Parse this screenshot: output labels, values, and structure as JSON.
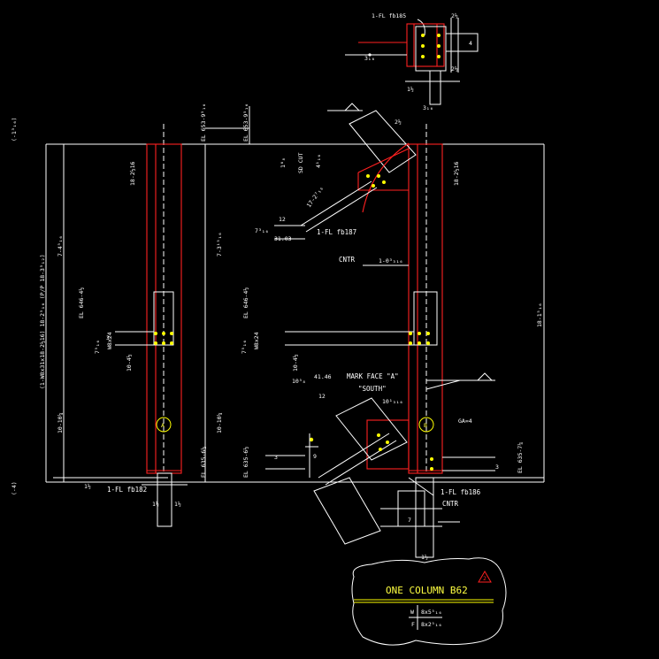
{
  "colors": {
    "background": "#000000",
    "linework": "#ffffff",
    "member_outline": "#ff2020",
    "bolts": "#ffff00"
  },
  "top_detail": {
    "callout": "1-FL fb185",
    "dims": [
      "2½",
      "2½",
      "4",
      "3₁₆",
      "1½",
      "3₁₆"
    ]
  },
  "elevations": {
    "el_top_left": "EL 653-9⁵₁₆",
    "el_top_mid": "EL 653-9⁵₁₆",
    "el_beam_left": "EL 646-4½",
    "el_beam_mid": "EL 646-4½",
    "el_bottom_left": "EL 635-6½",
    "el_bottom_mid": "EL 635-6½",
    "el_bottom_right": "EL 635-7¼"
  },
  "dimensions": {
    "col_a_top": "18-2½16",
    "col_b_top": "18-2½16",
    "col_b_right": "18-1⁵₁₆",
    "left_overall": "(1-W8x31x18-2½16) 18-2⁵₁₆ (P/P 18-3⁵₁₂)",
    "left_upper": "7-4⁵₁₆",
    "left_lower": "10-10¼",
    "mid_upper": "7-3¹⁵₁₆",
    "mid_lower": "10-10¼",
    "beam_len": "10-4½",
    "beam_len_b": "10-4½",
    "beam_depth": "7⁵₁₆",
    "beam_depth_b": "7⁵₁₆",
    "brace_gap": "1-0³₃₁₆",
    "brace_len_top": "17-2⁷₁₆",
    "brace_len_bot": "10¹₃₁₆",
    "angle_top": "31.03",
    "angle_bot": "41.46",
    "side_top": "12",
    "side_bot": "12",
    "rise_top": "7³₁₆",
    "rise_bot": "10⁵₈",
    "cut": "SD CUT",
    "cut_dim": "4¹₁₆",
    "small_a": "1⁶₈",
    "small_b": "2½",
    "side_far_left": "(-1³₁₆)",
    "side_far_left_bot": "(-4)",
    "gage": "GA=4",
    "three": "3",
    "nine": "9",
    "seven": "7",
    "bot_a": "1½",
    "bot_b": "1½",
    "bot_c": "1½",
    "bot_d": "1½",
    "beam_section": "W8x24",
    "beam_section_b": "W8x24"
  },
  "callouts": {
    "fl187": "1-FL fb187",
    "cntr1": "CNTR",
    "fl182": "1-FL fb182",
    "fl186": "1-FL fb186",
    "cntr2": "CNTR",
    "mark_face": "MARK FACE \"A\"",
    "south": "\"SOUTH\""
  },
  "grid": {
    "a": "A",
    "b": "B"
  },
  "title_block": {
    "title": "ONE COLUMN B62",
    "rev": "2",
    "w_label": "W",
    "w_value": "8x5⁵₁₆",
    "f_label": "F",
    "f_value": "8x2⁵₁₆"
  }
}
